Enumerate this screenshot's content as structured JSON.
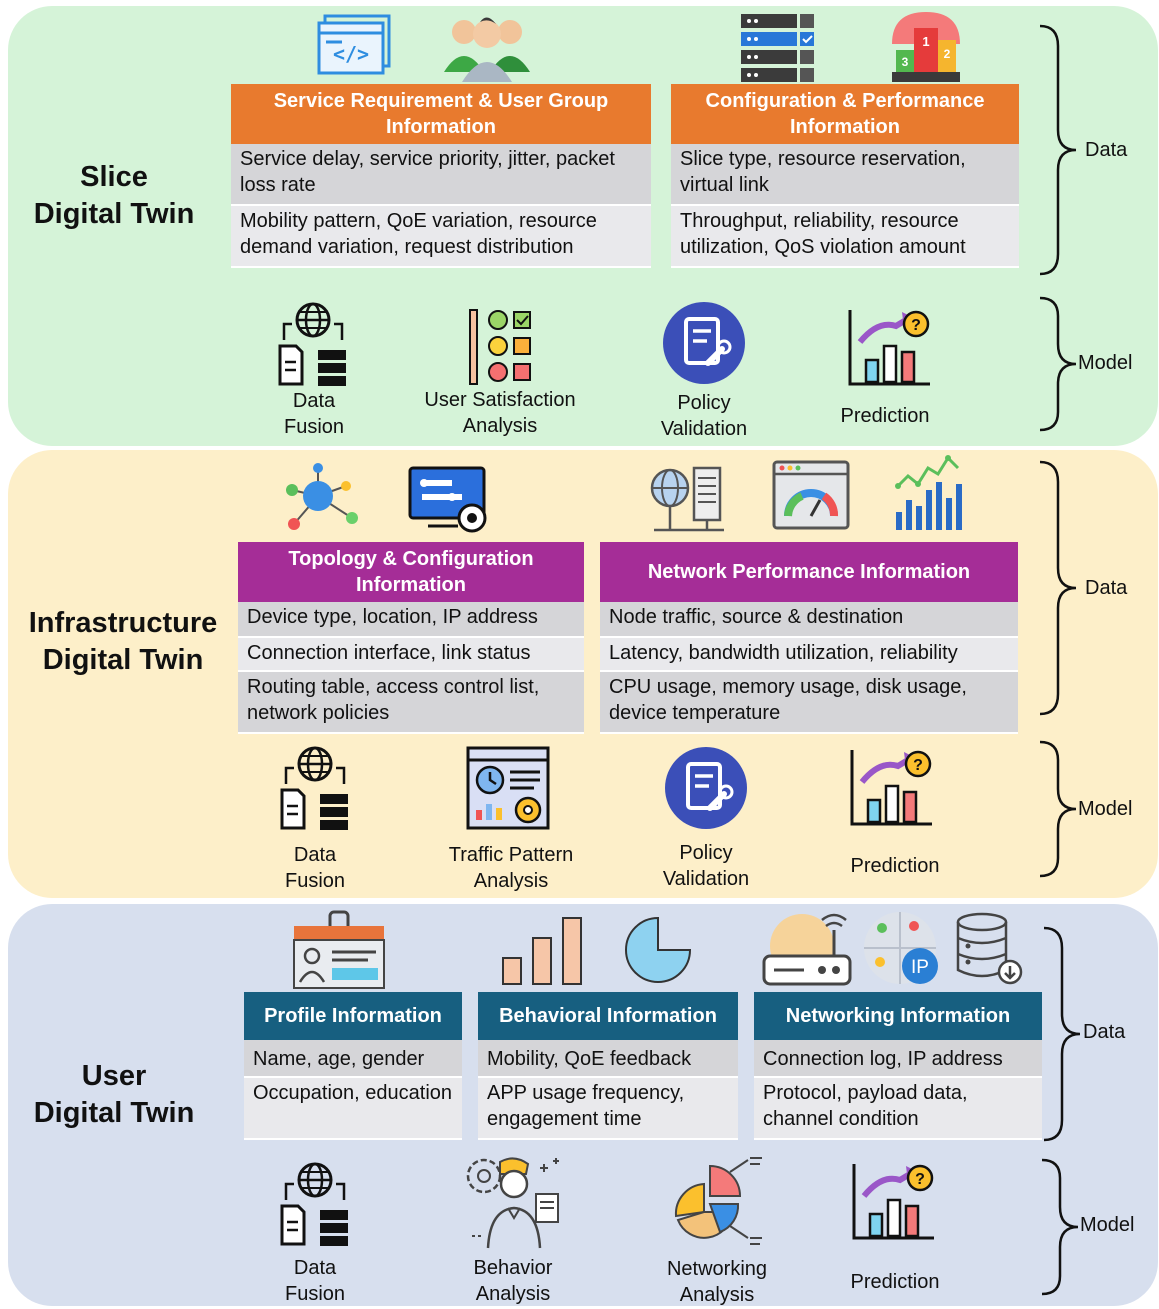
{
  "slice": {
    "title": "Slice\nDigital Twin",
    "cards": [
      {
        "head": "Service Requirement & User Group Information",
        "rows": [
          "Service delay, service priority, jitter, packet loss rate",
          "Mobility pattern, QoE variation, resource demand variation, request distribution"
        ]
      },
      {
        "head": "Configuration & Performance Information",
        "rows": [
          "Slice type, resource reservation, virtual link",
          "Throughput, reliability, resource utilization, QoS violation amount"
        ]
      }
    ],
    "models": [
      "Data\nFusion",
      "User Satisfaction\nAnalysis",
      "Policy\nValidation",
      "Prediction"
    ]
  },
  "infra": {
    "title": "Infrastructure\nDigital Twin",
    "cards": [
      {
        "head": "Topology & Configuration Information",
        "rows": [
          "Device type, location, IP address",
          "Connection interface, link status",
          "Routing table, access control list, network policies"
        ]
      },
      {
        "head": "Network Performance Information",
        "rows": [
          "Node traffic, source & destination",
          "Latency, bandwidth utilization, reliability",
          "CPU usage, memory usage, disk usage, device temperature"
        ]
      }
    ],
    "models": [
      "Data\nFusion",
      "Traffic Pattern\nAnalysis",
      "Policy\nValidation",
      "Prediction"
    ]
  },
  "user": {
    "title": "User\nDigital Twin",
    "cards": [
      {
        "head": "Profile Information",
        "rows": [
          "Name, age, gender",
          "Occupation, education"
        ]
      },
      {
        "head": "Behavioral Information",
        "rows": [
          "Mobility, QoE feedback",
          "APP usage frequency, engagement time"
        ]
      },
      {
        "head": "Networking Information",
        "rows": [
          "Connection log, IP address",
          "Protocol, payload data, channel condition"
        ]
      }
    ],
    "models": [
      "Data\nFusion",
      "Behavior\nAnalysis",
      "Networking\nAnalysis",
      "Prediction"
    ],
    "ip_badge": "IP"
  },
  "side_labels": {
    "data": "Data",
    "model": "Model"
  },
  "icon_text": {
    "rank1": "1",
    "rank2": "2",
    "rank3": "3",
    "question": "?"
  },
  "colors": {
    "slice_bg": "#d5f3d8",
    "infra_bg": "#fdefc9",
    "user_bg": "#d7dfee",
    "slice_head": "#e87a2e",
    "infra_head": "#a52d97",
    "user_head": "#175f80"
  }
}
